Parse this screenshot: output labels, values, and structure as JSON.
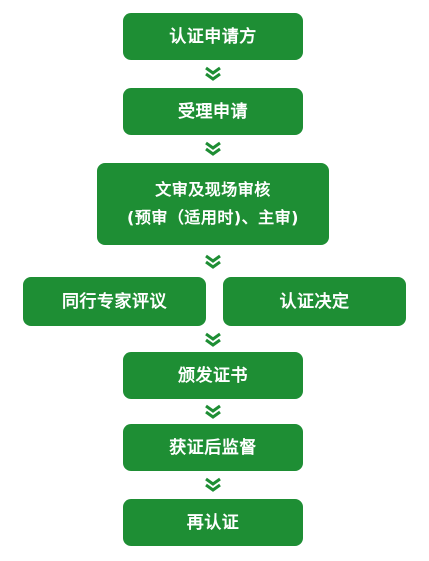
{
  "colors": {
    "box": "#1e8e34",
    "arrow": "#1e8e34",
    "text": "#ffffff"
  },
  "flow": {
    "step1": "认证申请方",
    "step2": "受理申请",
    "step3_line1": "文审及现场审核",
    "step3_line2": "(预审（适用时)、主审)",
    "step4_left": "同行专家评议",
    "step4_right": "认证决定",
    "step5": "颁发证书",
    "step6": "获证后监督",
    "step7": "再认证"
  },
  "icons": {
    "arrow": "double-chevron-down-icon"
  }
}
